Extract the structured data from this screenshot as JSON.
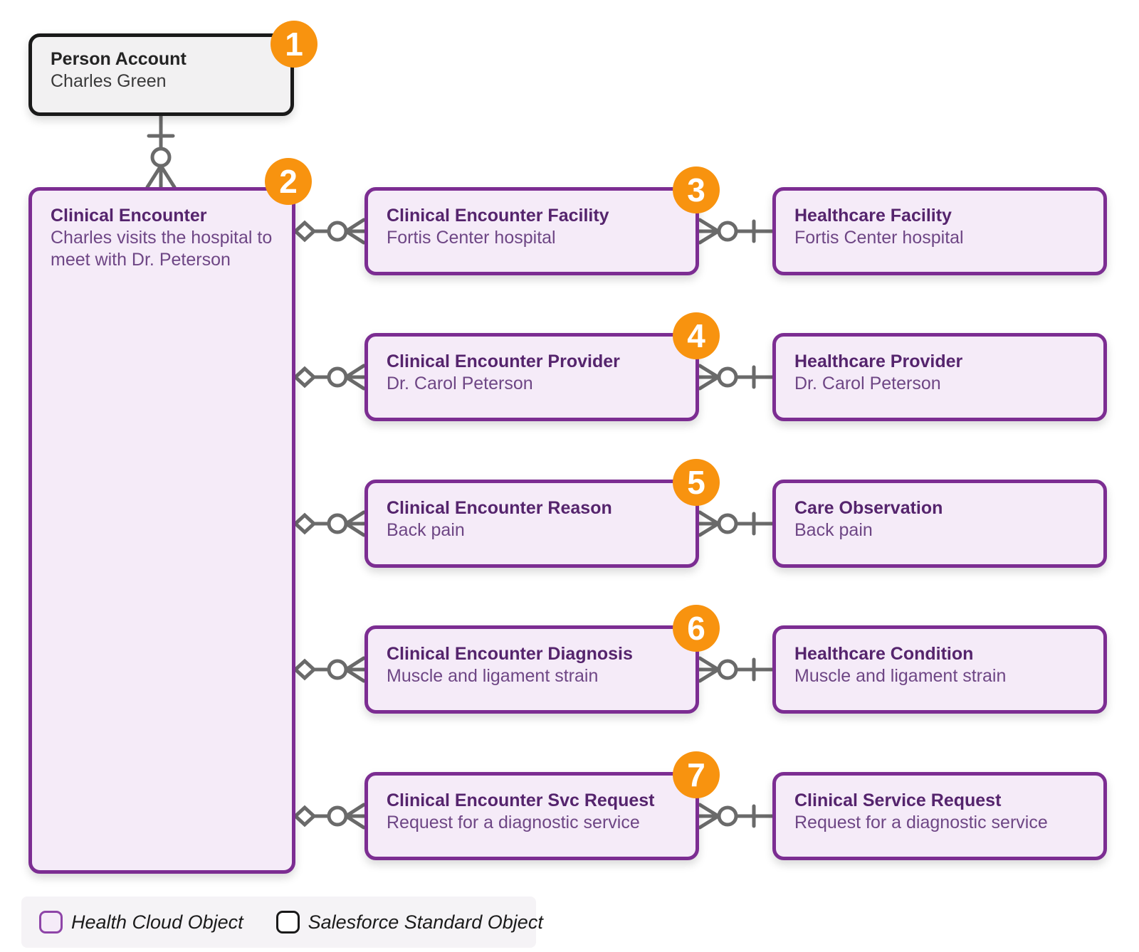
{
  "diagram": {
    "person_account": {
      "badge": "1",
      "title": "Person Account",
      "subtitle": "Charles Green"
    },
    "clinical_encounter": {
      "badge": "2",
      "title": "Clinical Encounter",
      "subtitle": "Charles visits the hospital to meet with Dr. Peterson"
    },
    "rows": [
      {
        "badge": "3",
        "junction": {
          "title": "Clinical Encounter Facility",
          "subtitle": "Fortis Center hospital"
        },
        "target": {
          "title": "Healthcare Facility",
          "subtitle": "Fortis Center hospital"
        }
      },
      {
        "badge": "4",
        "junction": {
          "title": "Clinical Encounter Provider",
          "subtitle": "Dr. Carol Peterson"
        },
        "target": {
          "title": "Healthcare Provider",
          "subtitle": "Dr. Carol Peterson"
        }
      },
      {
        "badge": "5",
        "junction": {
          "title": "Clinical Encounter Reason",
          "subtitle": "Back pain"
        },
        "target": {
          "title": "Care Observation",
          "subtitle": "Back pain"
        }
      },
      {
        "badge": "6",
        "junction": {
          "title": "Clinical Encounter Diagnosis",
          "subtitle": "Muscle and ligament strain"
        },
        "target": {
          "title": "Healthcare Condition",
          "subtitle": "Muscle and ligament strain"
        }
      },
      {
        "badge": "7",
        "junction": {
          "title": "Clinical Encounter Svc Request",
          "subtitle": "Request for a diagnostic service"
        },
        "target": {
          "title": "Clinical Service Request",
          "subtitle": "Request for a diagnostic service"
        }
      }
    ],
    "connector_notation": {
      "person_to_encounter": "one-to-zero-or-many",
      "encounter_to_junction": "aggregation-diamond-to-zero-or-many",
      "junction_to_target": "zero-or-many-to-one"
    },
    "legend": {
      "items": [
        {
          "label": "Health Cloud Object",
          "swatch": "health-cloud"
        },
        {
          "label": "Salesforce Standard Object",
          "swatch": "salesforce-standard"
        }
      ]
    },
    "colors": {
      "health_cloud_border": "#7C2D92",
      "health_cloud_fill": "#F5EBF8",
      "standard_border": "#1A1A1A",
      "standard_fill": "#F2F1F2",
      "badge_orange": "#F8930F",
      "connector_gray": "#6A6A6A"
    }
  }
}
